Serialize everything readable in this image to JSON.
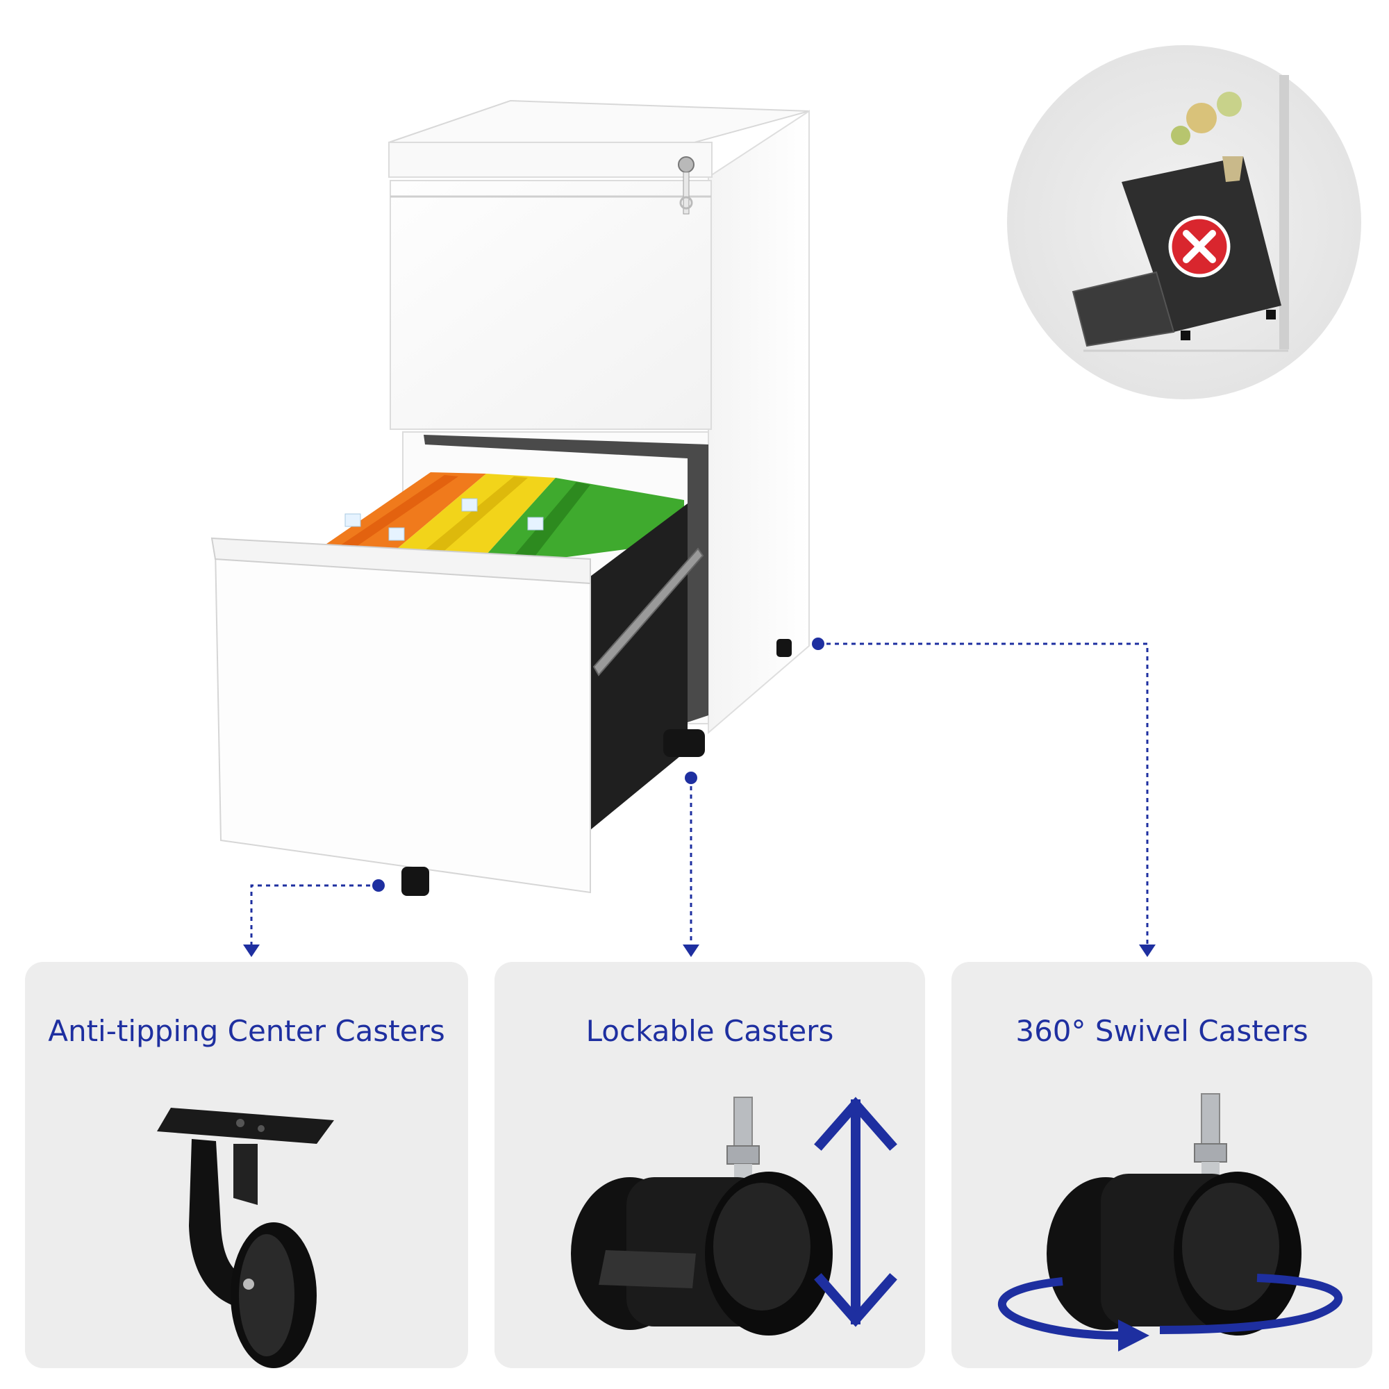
{
  "features": [
    {
      "label": "Anti-tipping Center Casters",
      "icon": "anti-tip-caster-icon"
    },
    {
      "label": "Lockable Casters",
      "icon": "lockable-caster-icon"
    },
    {
      "label": "360° Swivel Casters",
      "icon": "swivel-caster-icon"
    }
  ],
  "colors": {
    "accent": "#1e2fa0",
    "panel_bg": "#ededed",
    "warning_red": "#d9262e",
    "folders": [
      "#f07a1c",
      "#f2d41a",
      "#3faa2e"
    ]
  },
  "icons": [
    "lock-key-icon",
    "tip-over-warning-icon",
    "prohibited-x-icon",
    "up-down-arrow-icon",
    "rotate-arrow-icon"
  ]
}
